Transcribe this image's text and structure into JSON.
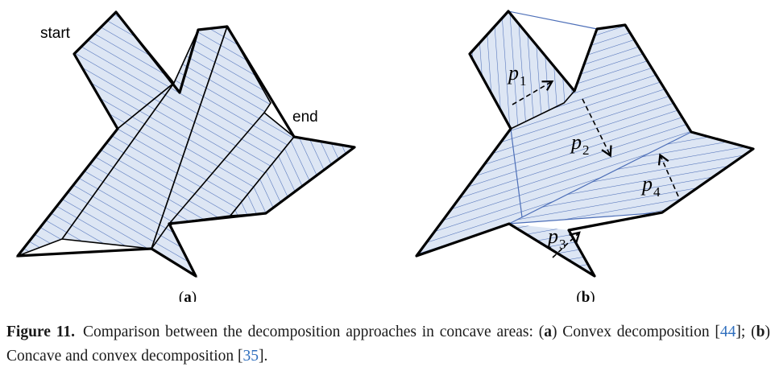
{
  "panel_a": {
    "label_start": "start",
    "label_end": "end",
    "sublabel_open": "(",
    "sublabel_letter": "a",
    "sublabel_close": ")"
  },
  "panel_b": {
    "paths": [
      {
        "base": "p",
        "sub": "1"
      },
      {
        "base": "p",
        "sub": "2"
      },
      {
        "base": "p",
        "sub": "3"
      },
      {
        "base": "p",
        "sub": "4"
      }
    ],
    "sublabel_open": "(",
    "sublabel_letter": "b",
    "sublabel_close": ")"
  },
  "caption": {
    "figure_label": "Figure 11.",
    "text_1": "Comparison between the decomposition approaches in concave areas: (",
    "a_letter": "a",
    "text_2": ") Convex decomposition [",
    "ref_1": "44",
    "text_3": "]; (",
    "b_letter": "b",
    "text_4": ") Concave and convex decomposition [",
    "ref_2": "35",
    "text_5": "]."
  },
  "colors": {
    "outline": "#000000",
    "fill": "#cfdcef",
    "hatch": "#4d6fb8",
    "link": "#2f6fbe"
  }
}
